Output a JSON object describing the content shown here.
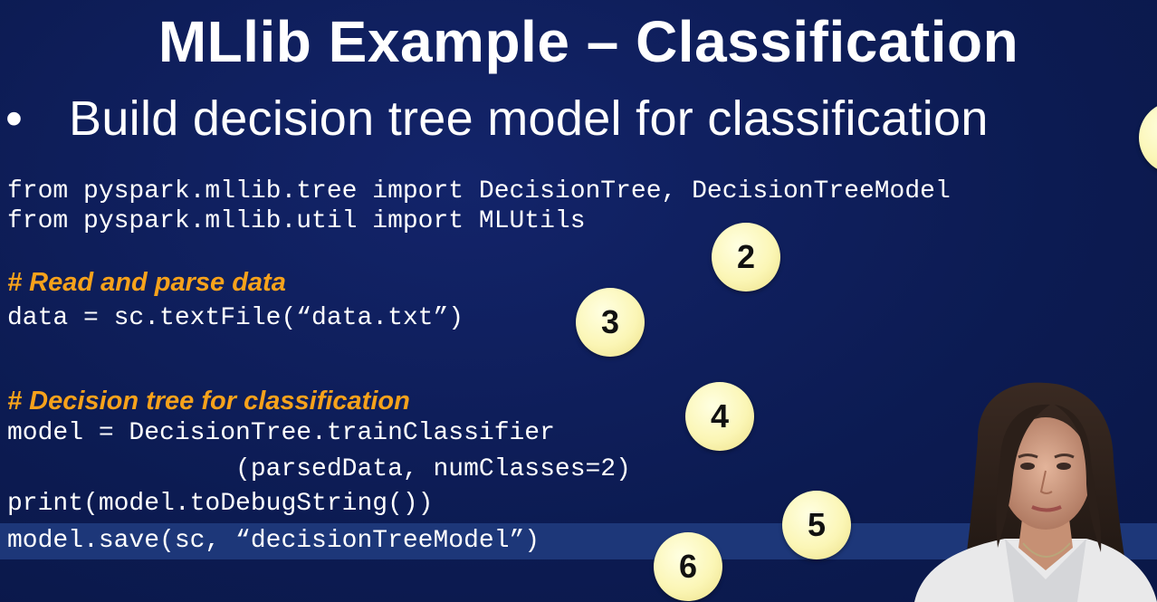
{
  "slide": {
    "title": "MLlib Example – Classification",
    "bullet_symbol": "•",
    "bullet_text": "Build decision tree model for classification",
    "code_lines": {
      "import_tree": "from pyspark.mllib.tree import DecisionTree, DecisionTreeModel",
      "import_util": "from pyspark.mllib.util import MLUtils",
      "comment_read": "# Read and parse data",
      "read_data": "data = sc.textFile(“data.txt”)",
      "comment_tree": "# Decision tree for classification",
      "train_model": "model = DecisionTree.trainClassifier",
      "train_args": "               (parsedData, numClasses=2)",
      "print_debug": "print(model.toDebugString())",
      "save_model": "model.save(sc, “decisionTreeModel”)"
    },
    "step_markers": [
      "2",
      "3",
      "4",
      "5",
      "6"
    ],
    "colors": {
      "background": "#0c1b52",
      "comment": "#f7a21b",
      "highlight": "#1d3779",
      "marker": "#fbf6b6"
    },
    "presenter": "presenter-video-overlay"
  }
}
